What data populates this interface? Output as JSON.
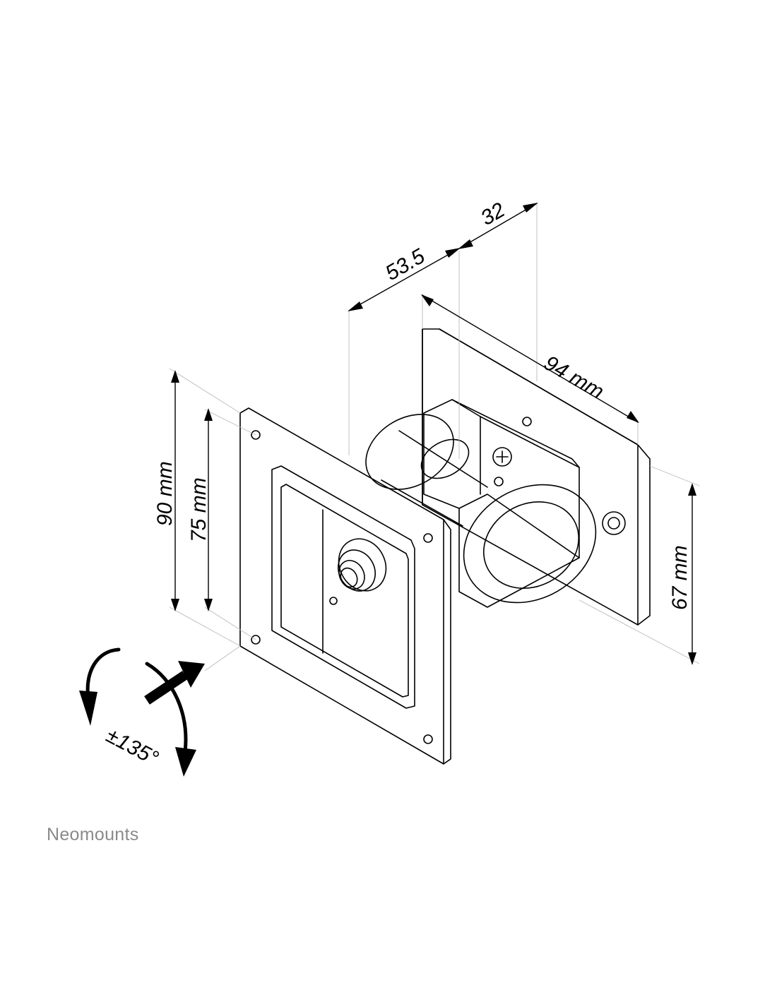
{
  "dimensions": {
    "height_outer": "90 mm",
    "height_inner": "75 mm",
    "depth_a": "53.5",
    "depth_b": "32",
    "width_rear": "94 mm",
    "height_rear": "67 mm"
  },
  "rotation": {
    "label": "±135°"
  },
  "brand": {
    "name": "Neomounts",
    "color": "#8a8a8a"
  },
  "colors": {
    "line": "#000000",
    "extension_line": "#bbbbbb",
    "background": "#ffffff"
  }
}
